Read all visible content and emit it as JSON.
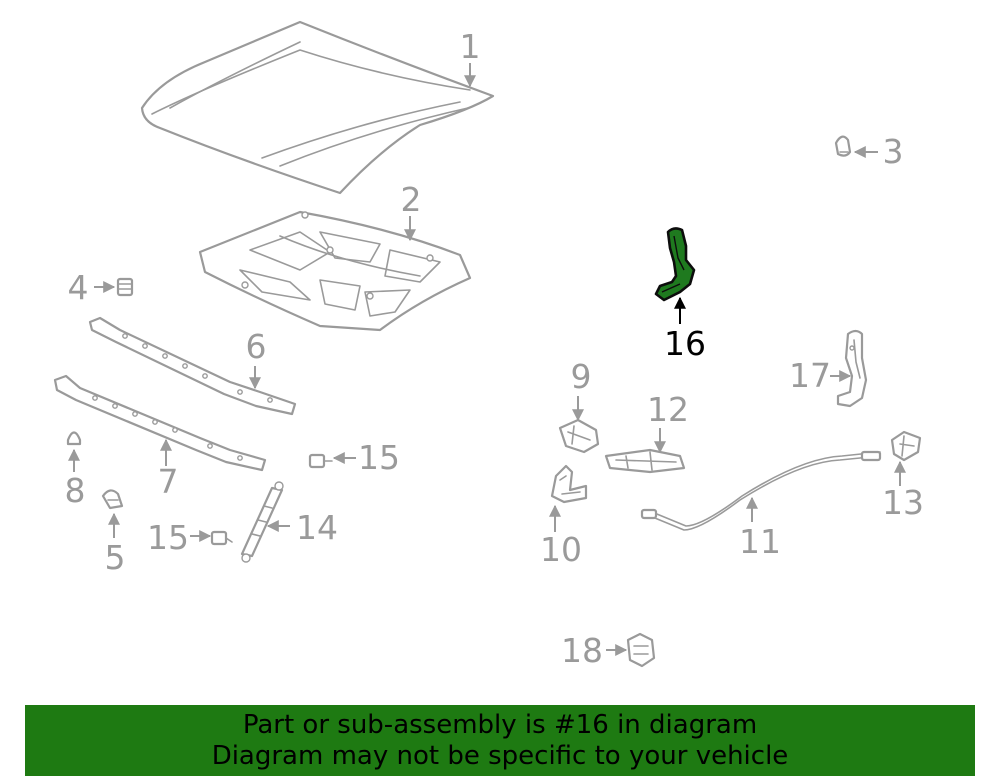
{
  "diagram": {
    "highlight_color": "#1f7a1f",
    "part_line_color": "#9a9a9a",
    "highlighted_part": "16",
    "callouts": [
      "1",
      "2",
      "3",
      "4",
      "5",
      "6",
      "7",
      "8",
      "9",
      "10",
      "11",
      "12",
      "13",
      "14",
      "15",
      "15",
      "16",
      "17",
      "18"
    ]
  },
  "banner": {
    "line1": "Part or sub-assembly is #16 in diagram",
    "line2": "Diagram may not be specific to your vehicle",
    "background": "#1e7a12"
  }
}
